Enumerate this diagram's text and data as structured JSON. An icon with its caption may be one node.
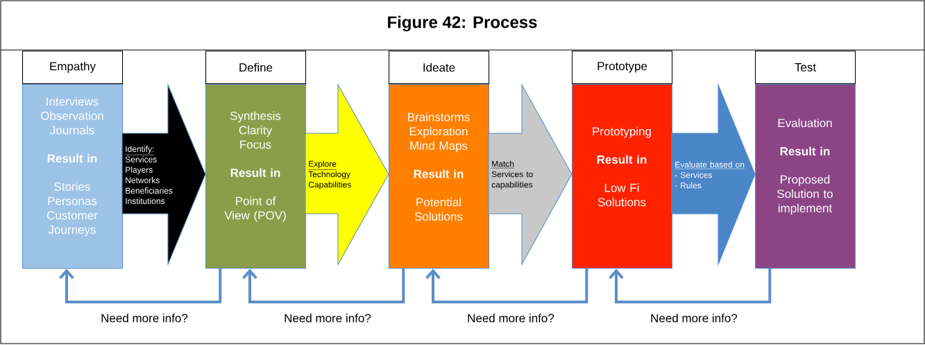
{
  "diagram": {
    "title": "Figure 42: Process",
    "nodes": [
      {
        "text": [
          "Empathy",
          "Interviews Observation Journals",
          "Result in",
          "Stories Personas Customer Journeys"
        ]
      },
      {
        "text": [
          "Identify:",
          "Services",
          "Players",
          "Networks",
          "Beneficiaries",
          "Institutions"
        ]
      },
      {
        "text": [
          "Define",
          "Synthesis Clarity Focus",
          "Result in",
          "Point of View (POV)"
        ]
      },
      {
        "text": [
          "Explore",
          "Technology",
          "Capabilities"
        ]
      },
      {
        "text": [
          "Ideate",
          "Brainstorms Exploration Mind Maps",
          "Result in",
          "Potential Solutions"
        ]
      },
      {
        "text": [
          "Match",
          "Services to",
          "capabilities"
        ]
      },
      {
        "text": [
          "Prototype",
          "Prototyping",
          "Result in",
          "Low Fi Solutions"
        ]
      },
      {
        "text": [
          "Evaluate based on",
          "- Services",
          "- Rules"
        ]
      },
      {
        "text": [
          "Test",
          "Evaluation",
          "Result in",
          "Proposed Solution to implement"
        ]
      }
    ],
    "edges": [
      {
        "from": 2,
        "to": 0,
        "arrow": "to",
        "label": "Need more info?"
      },
      {
        "from": 4,
        "to": 2,
        "arrow": "to",
        "label": "Need more info?"
      },
      {
        "from": 6,
        "to": 4,
        "arrow": "to",
        "label": "Need more info?"
      },
      {
        "from": 8,
        "to": 6,
        "arrow": "to",
        "label": "Need more info?"
      }
    ]
  }
}
